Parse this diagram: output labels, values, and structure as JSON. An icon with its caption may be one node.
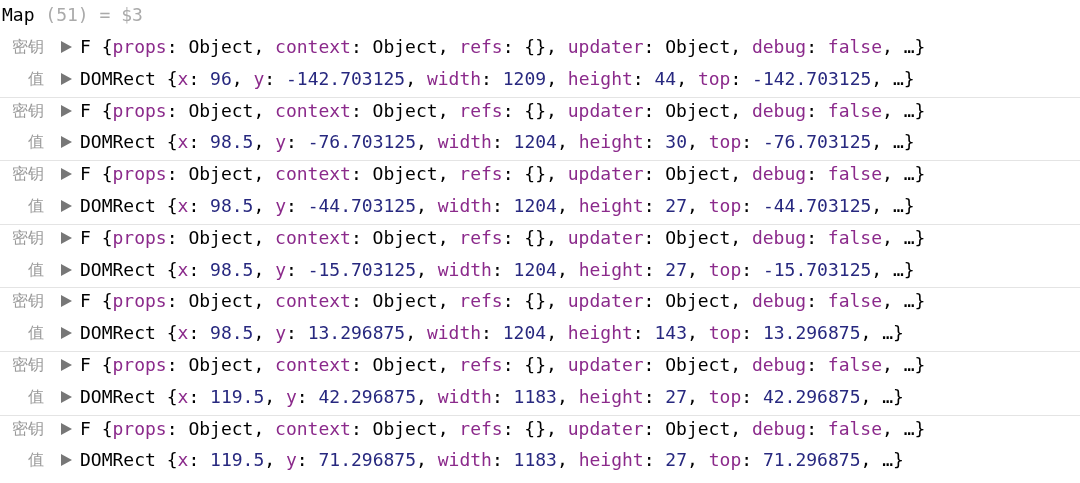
{
  "diagram": {
    "title": "Map (51) = $3",
    "labels": [
      "密钥",
      "F {props: Object, context: Object, refs: {}, updater: Object, debug: false, …}",
      "值",
      "DOMRect {x: 96, y: -142.703125, width: 1209, height: 44, top: -142.703125, …}",
      "密钥",
      "F {props: Object, context: Object, refs: {}, updater: Object, debug: false, …}",
      "值",
      "DOMRect {x: 98.5, y: -76.703125, width: 1204, height: 30, top: -76.703125, …}",
      "密钥",
      "F {props: Object, context: Object, refs: {}, updater: Object, debug: false, …}",
      "值",
      "DOMRect {x: 98.5, y: -44.703125, width: 1204, height: 27, top: -44.703125, …}",
      "密钥",
      "F {props: Object, context: Object, refs: {}, updater: Object, debug: false, …}",
      "值",
      "DOMRect {x: 98.5, y: -15.703125, width: 1204, height: 27, top: -15.703125, …}",
      "密钥",
      "F {props: Object, context: Object, refs: {}, updater: Object, debug: false, …}",
      "值",
      "DOMRect {x: 98.5, y: 13.296875, width: 1204, height: 143, top: 13.296875, …}",
      "密钥",
      "F {props: Object, context: Object, refs: {}, updater: Object, debug: false, …}",
      "值",
      "DOMRect {x: 119.5, y: 42.296875, width: 1183, height: 27, top: 42.296875, …}",
      "密钥",
      "F {props: Object, context: Object, refs: {}, updater: Object, debug: false, …}",
      "值",
      "DOMRect {x: 119.5, y: 71.296875, width: 1183, height: 27, top: 71.296875, …}"
    ]
  }
}
